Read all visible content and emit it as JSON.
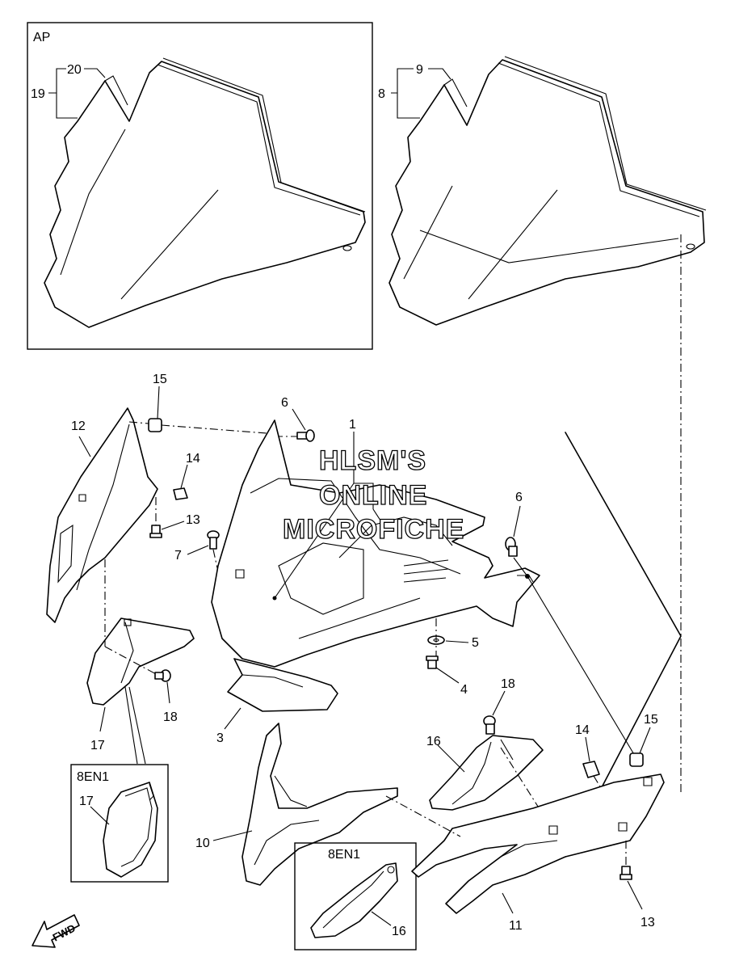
{
  "diagram": {
    "box_labels": {
      "ap": "AP",
      "eight_en1_a": "8EN1",
      "eight_en1_b": "8EN1"
    },
    "watermark": [
      "HLSM'S",
      "ONLINE",
      "MICROFICHE"
    ],
    "fwd_label": "FWD",
    "callouts": [
      "1",
      "3",
      "4",
      "5",
      "6",
      "6",
      "7",
      "8",
      "9",
      "10",
      "11",
      "12",
      "13",
      "13",
      "14",
      "14",
      "15",
      "15",
      "16",
      "16",
      "17",
      "17",
      "18",
      "18",
      "19",
      "20"
    ]
  }
}
